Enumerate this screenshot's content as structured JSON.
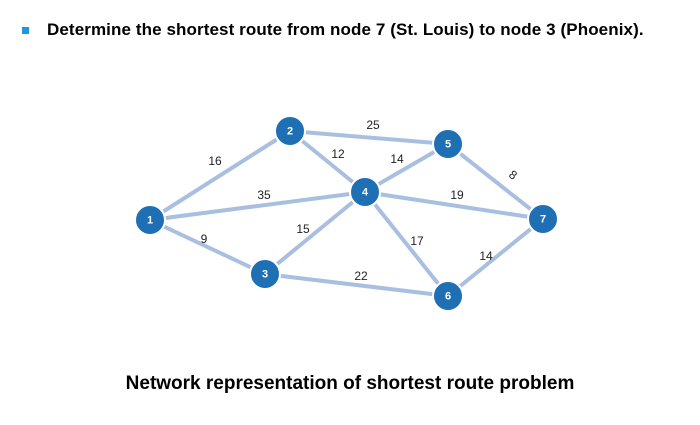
{
  "header": {
    "bullet_color": "#1f97d8",
    "title": "Determine the shortest route from node 7 (St. Louis) to node 3 (Phoenix)."
  },
  "network": {
    "node_color": "#1f6fb5",
    "edge_color": "#a9bfe0",
    "nodes": [
      {
        "id": "1",
        "label": "1"
      },
      {
        "id": "2",
        "label": "2"
      },
      {
        "id": "3",
        "label": "3"
      },
      {
        "id": "4",
        "label": "4"
      },
      {
        "id": "5",
        "label": "5"
      },
      {
        "id": "6",
        "label": "6"
      },
      {
        "id": "7",
        "label": "7"
      }
    ],
    "edges": [
      {
        "from": "1",
        "to": "2",
        "weight": "16"
      },
      {
        "from": "1",
        "to": "4",
        "weight": "35"
      },
      {
        "from": "1",
        "to": "3",
        "weight": "9"
      },
      {
        "from": "2",
        "to": "5",
        "weight": "25"
      },
      {
        "from": "2",
        "to": "4",
        "weight": "12"
      },
      {
        "from": "3",
        "to": "4",
        "weight": "15"
      },
      {
        "from": "3",
        "to": "6",
        "weight": "22"
      },
      {
        "from": "4",
        "to": "5",
        "weight": "14"
      },
      {
        "from": "4",
        "to": "7",
        "weight": "19"
      },
      {
        "from": "4",
        "to": "6",
        "weight": "17"
      },
      {
        "from": "5",
        "to": "7",
        "weight": "8"
      },
      {
        "from": "6",
        "to": "7",
        "weight": "14"
      }
    ]
  },
  "caption": "Network representation of shortest route problem"
}
